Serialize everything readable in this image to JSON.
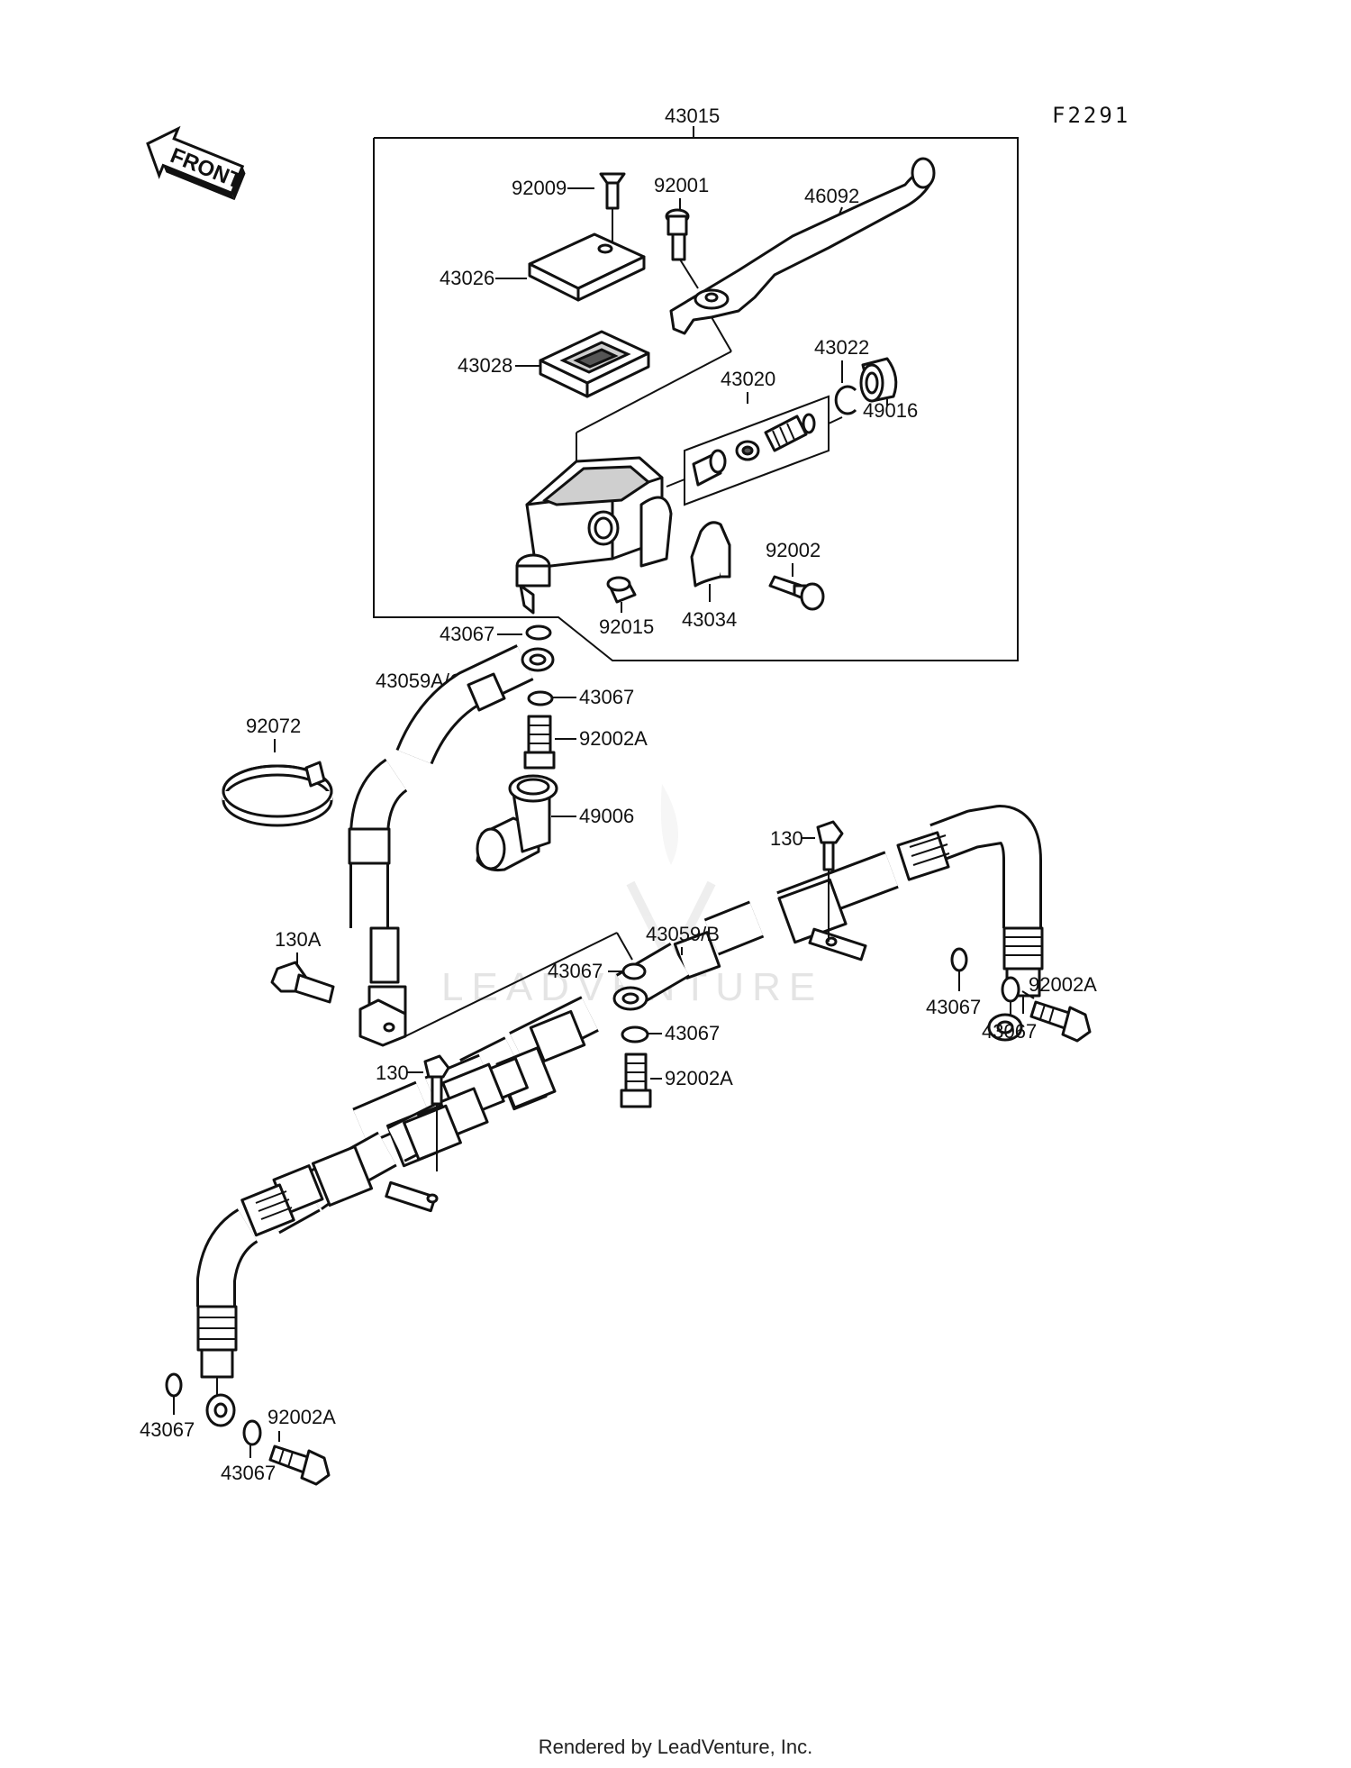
{
  "diagram_code": "F2291",
  "front_label": "FRONT",
  "watermark": "LEADVENTURE",
  "footer": "Rendered by LeadVenture, Inc.",
  "labels": {
    "master_cylinder_assy": "43015",
    "screw_92009": "92009",
    "bolt_92001": "92001",
    "lever": "46092",
    "cap": "43026",
    "diaphragm": "43028",
    "piston_kit": "43020",
    "circlip": "43022",
    "boot": "49016",
    "bolt_92002": "92002",
    "clamp": "43034",
    "cap_92015": "92015",
    "washer_top": "43067",
    "hose_ac": "43059A/C",
    "washer_2": "43067",
    "banjo_bolt_1": "92002A",
    "band": "92072",
    "cover": "49006",
    "bolt_130_right": "130",
    "hose_b": "43059/B",
    "bolt_130a": "130A",
    "washer_3": "43067",
    "washer_4": "43067",
    "banjo_bolt_2": "92002A",
    "bolt_130_mid": "130",
    "washer_right_1": "43067",
    "banjo_bolt_right": "92002A",
    "washer_right_2": "43067",
    "washer_left_1": "43067",
    "banjo_bolt_left": "92002A",
    "washer_left_2": "43067"
  }
}
